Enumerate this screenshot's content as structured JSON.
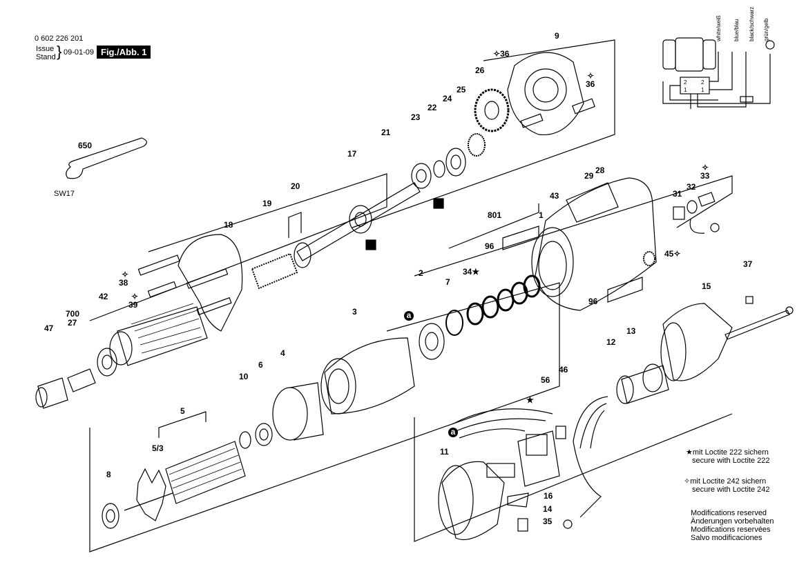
{
  "header": {
    "part_number": "0 602 226 201",
    "issue_label": "Issue",
    "stand_label": "Stand",
    "date": "09-01-09",
    "figure_label": "Fig./Abb. 1"
  },
  "tool_label": "SW17",
  "wiring": {
    "wire_labels": [
      "white/weiß",
      "blue/blau",
      "black/schwarz",
      "grün/gelb"
    ],
    "terminal_top": "2",
    "terminal_bottom": "1"
  },
  "parts": [
    {
      "id": "p650",
      "label": "650"
    },
    {
      "id": "p9",
      "label": "9"
    },
    {
      "id": "p36a",
      "label": "36"
    },
    {
      "id": "p36b",
      "label": "36"
    },
    {
      "id": "p26",
      "label": "26"
    },
    {
      "id": "p25",
      "label": "25"
    },
    {
      "id": "p24",
      "label": "24"
    },
    {
      "id": "p22",
      "label": "22"
    },
    {
      "id": "p23",
      "label": "23"
    },
    {
      "id": "p21",
      "label": "21"
    },
    {
      "id": "p17",
      "label": "17"
    },
    {
      "id": "p20",
      "label": "20"
    },
    {
      "id": "p19",
      "label": "19"
    },
    {
      "id": "p18",
      "label": "18"
    },
    {
      "id": "p38",
      "label": "38"
    },
    {
      "id": "p39",
      "label": "39"
    },
    {
      "id": "p42",
      "label": "42"
    },
    {
      "id": "p700",
      "label": "700"
    },
    {
      "id": "p27",
      "label": "27"
    },
    {
      "id": "p47",
      "label": "47"
    },
    {
      "id": "p29",
      "label": "29"
    },
    {
      "id": "p28",
      "label": "28"
    },
    {
      "id": "p43",
      "label": "43"
    },
    {
      "id": "p801",
      "label": "801"
    },
    {
      "id": "p1",
      "label": "1"
    },
    {
      "id": "p96a",
      "label": "96"
    },
    {
      "id": "p34",
      "label": "34"
    },
    {
      "id": "p7",
      "label": "7"
    },
    {
      "id": "p2",
      "label": "2"
    },
    {
      "id": "p3",
      "label": "3"
    },
    {
      "id": "pa1",
      "label": "a"
    },
    {
      "id": "p31",
      "label": "31"
    },
    {
      "id": "p32",
      "label": "32"
    },
    {
      "id": "p33",
      "label": "33"
    },
    {
      "id": "p45",
      "label": "45"
    },
    {
      "id": "p96b",
      "label": "96"
    },
    {
      "id": "p37",
      "label": "37"
    },
    {
      "id": "p15",
      "label": "15"
    },
    {
      "id": "p13",
      "label": "13"
    },
    {
      "id": "p12",
      "label": "12"
    },
    {
      "id": "p10",
      "label": "10"
    },
    {
      "id": "p6",
      "label": "6"
    },
    {
      "id": "p4",
      "label": "4"
    },
    {
      "id": "p5",
      "label": "5"
    },
    {
      "id": "p53",
      "label": "5/3"
    },
    {
      "id": "p8",
      "label": "8"
    },
    {
      "id": "p56",
      "label": "56"
    },
    {
      "id": "p46",
      "label": "46"
    },
    {
      "id": "pa2",
      "label": "a"
    },
    {
      "id": "p11",
      "label": "11"
    },
    {
      "id": "p16",
      "label": "16"
    },
    {
      "id": "p14",
      "label": "14"
    },
    {
      "id": "p35",
      "label": "35"
    }
  ],
  "legend": {
    "loctite222_de": "mit Loctite 222 sichern",
    "loctite222_en": "secure with Loctite 222",
    "loctite242_de": "mit Loctite 242 sichern",
    "loctite242_en": "secure with Loctite 242"
  },
  "modifications": [
    "Modifications reserved",
    "Änderungen vorbehalten",
    "Modifications reservées",
    "Salvo modificaciones"
  ]
}
